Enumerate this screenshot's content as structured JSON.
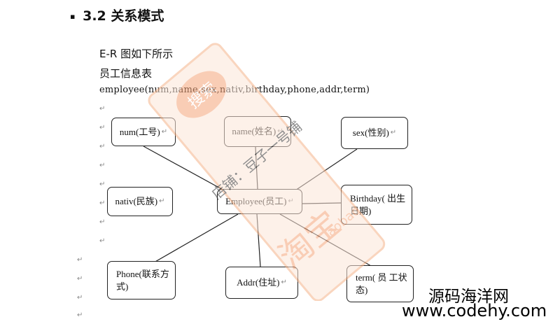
{
  "heading": {
    "bullet": "▪",
    "title": "3.2 关系模式"
  },
  "paragraphs": {
    "er": "E-R 图如下所示",
    "table_name": "员工信息表",
    "schema": "employee(num,name,sex,nativ,birthday,phone,addr,term)"
  },
  "paragraph_mark": "↵",
  "entities": {
    "num": "num(工号)",
    "name": "name(姓名)",
    "sex": "sex(性别)",
    "nativ": "nativ(民族)",
    "employee": "Employee(员工)",
    "birthday": "Birthday( 出生日期)",
    "phone": "Phone(联系方式)",
    "addr": "Addr(住址)",
    "term": "term( 员 工状态)"
  },
  "watermarks": {
    "site_name": "源码海洋网",
    "site_url": "www.codehy.com",
    "stamp_search": "搜索",
    "stamp_shop": "店铺：豆子一号铺",
    "stamp_brand": "淘宝",
    "stamp_brand_latin": "Taobao"
  },
  "colors": {
    "line": "#222222",
    "stamp": "#f5b48a",
    "stamp_bg": "#fde6d8"
  }
}
